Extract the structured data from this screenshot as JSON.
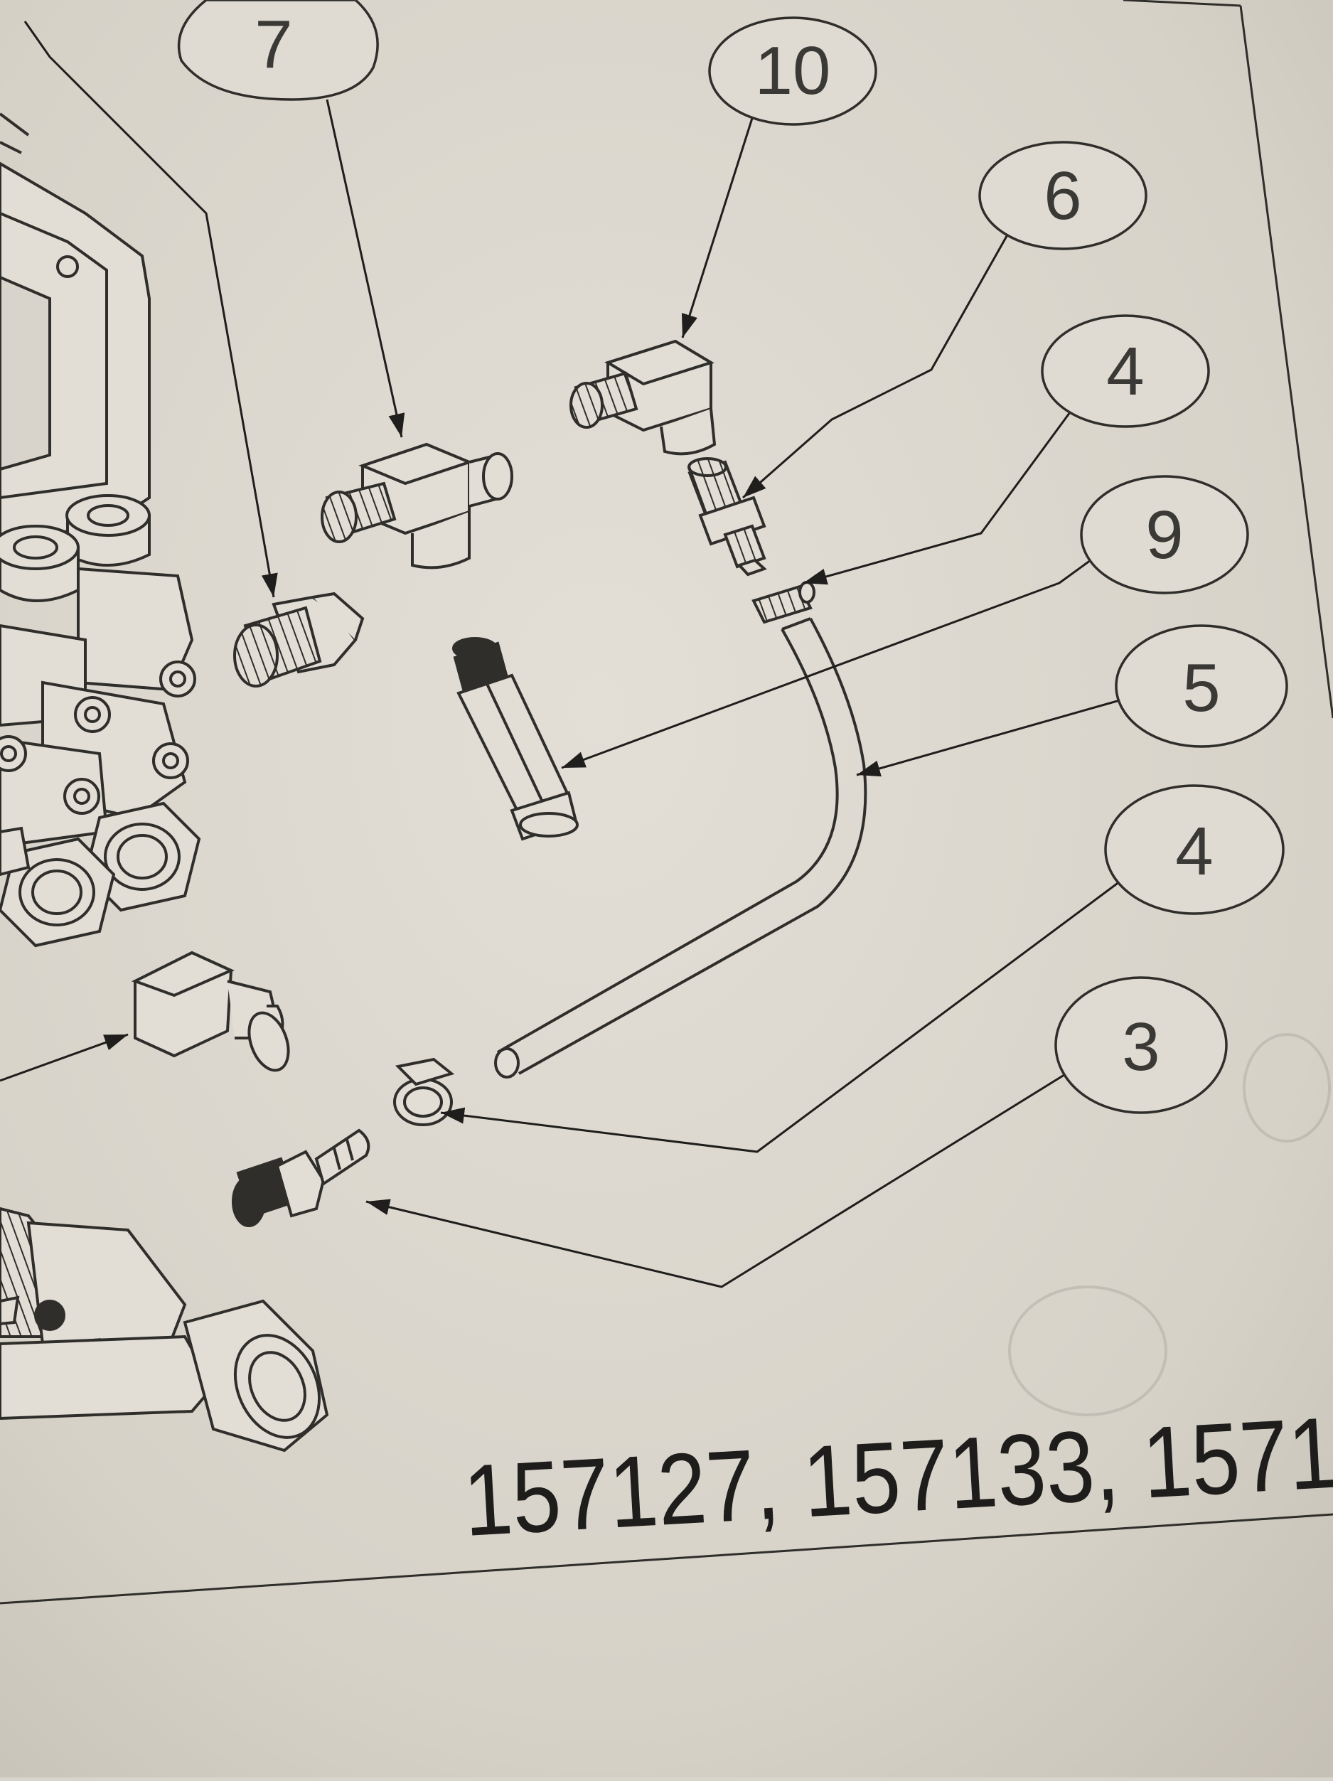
{
  "colors": {
    "paper": "#dcd8cf",
    "ink": "#2f2e2b",
    "ink_light": "#4a4844"
  },
  "callouts": [
    {
      "id": "c7",
      "label": "7"
    },
    {
      "id": "c10",
      "label": "10"
    },
    {
      "id": "c6",
      "label": "6"
    },
    {
      "id": "c4a",
      "label": "4"
    },
    {
      "id": "c9",
      "label": "9"
    },
    {
      "id": "c5",
      "label": "5"
    },
    {
      "id": "c4b",
      "label": "4"
    },
    {
      "id": "c3",
      "label": "3"
    }
  ],
  "model_numbers": "157127, 157133, 1571"
}
